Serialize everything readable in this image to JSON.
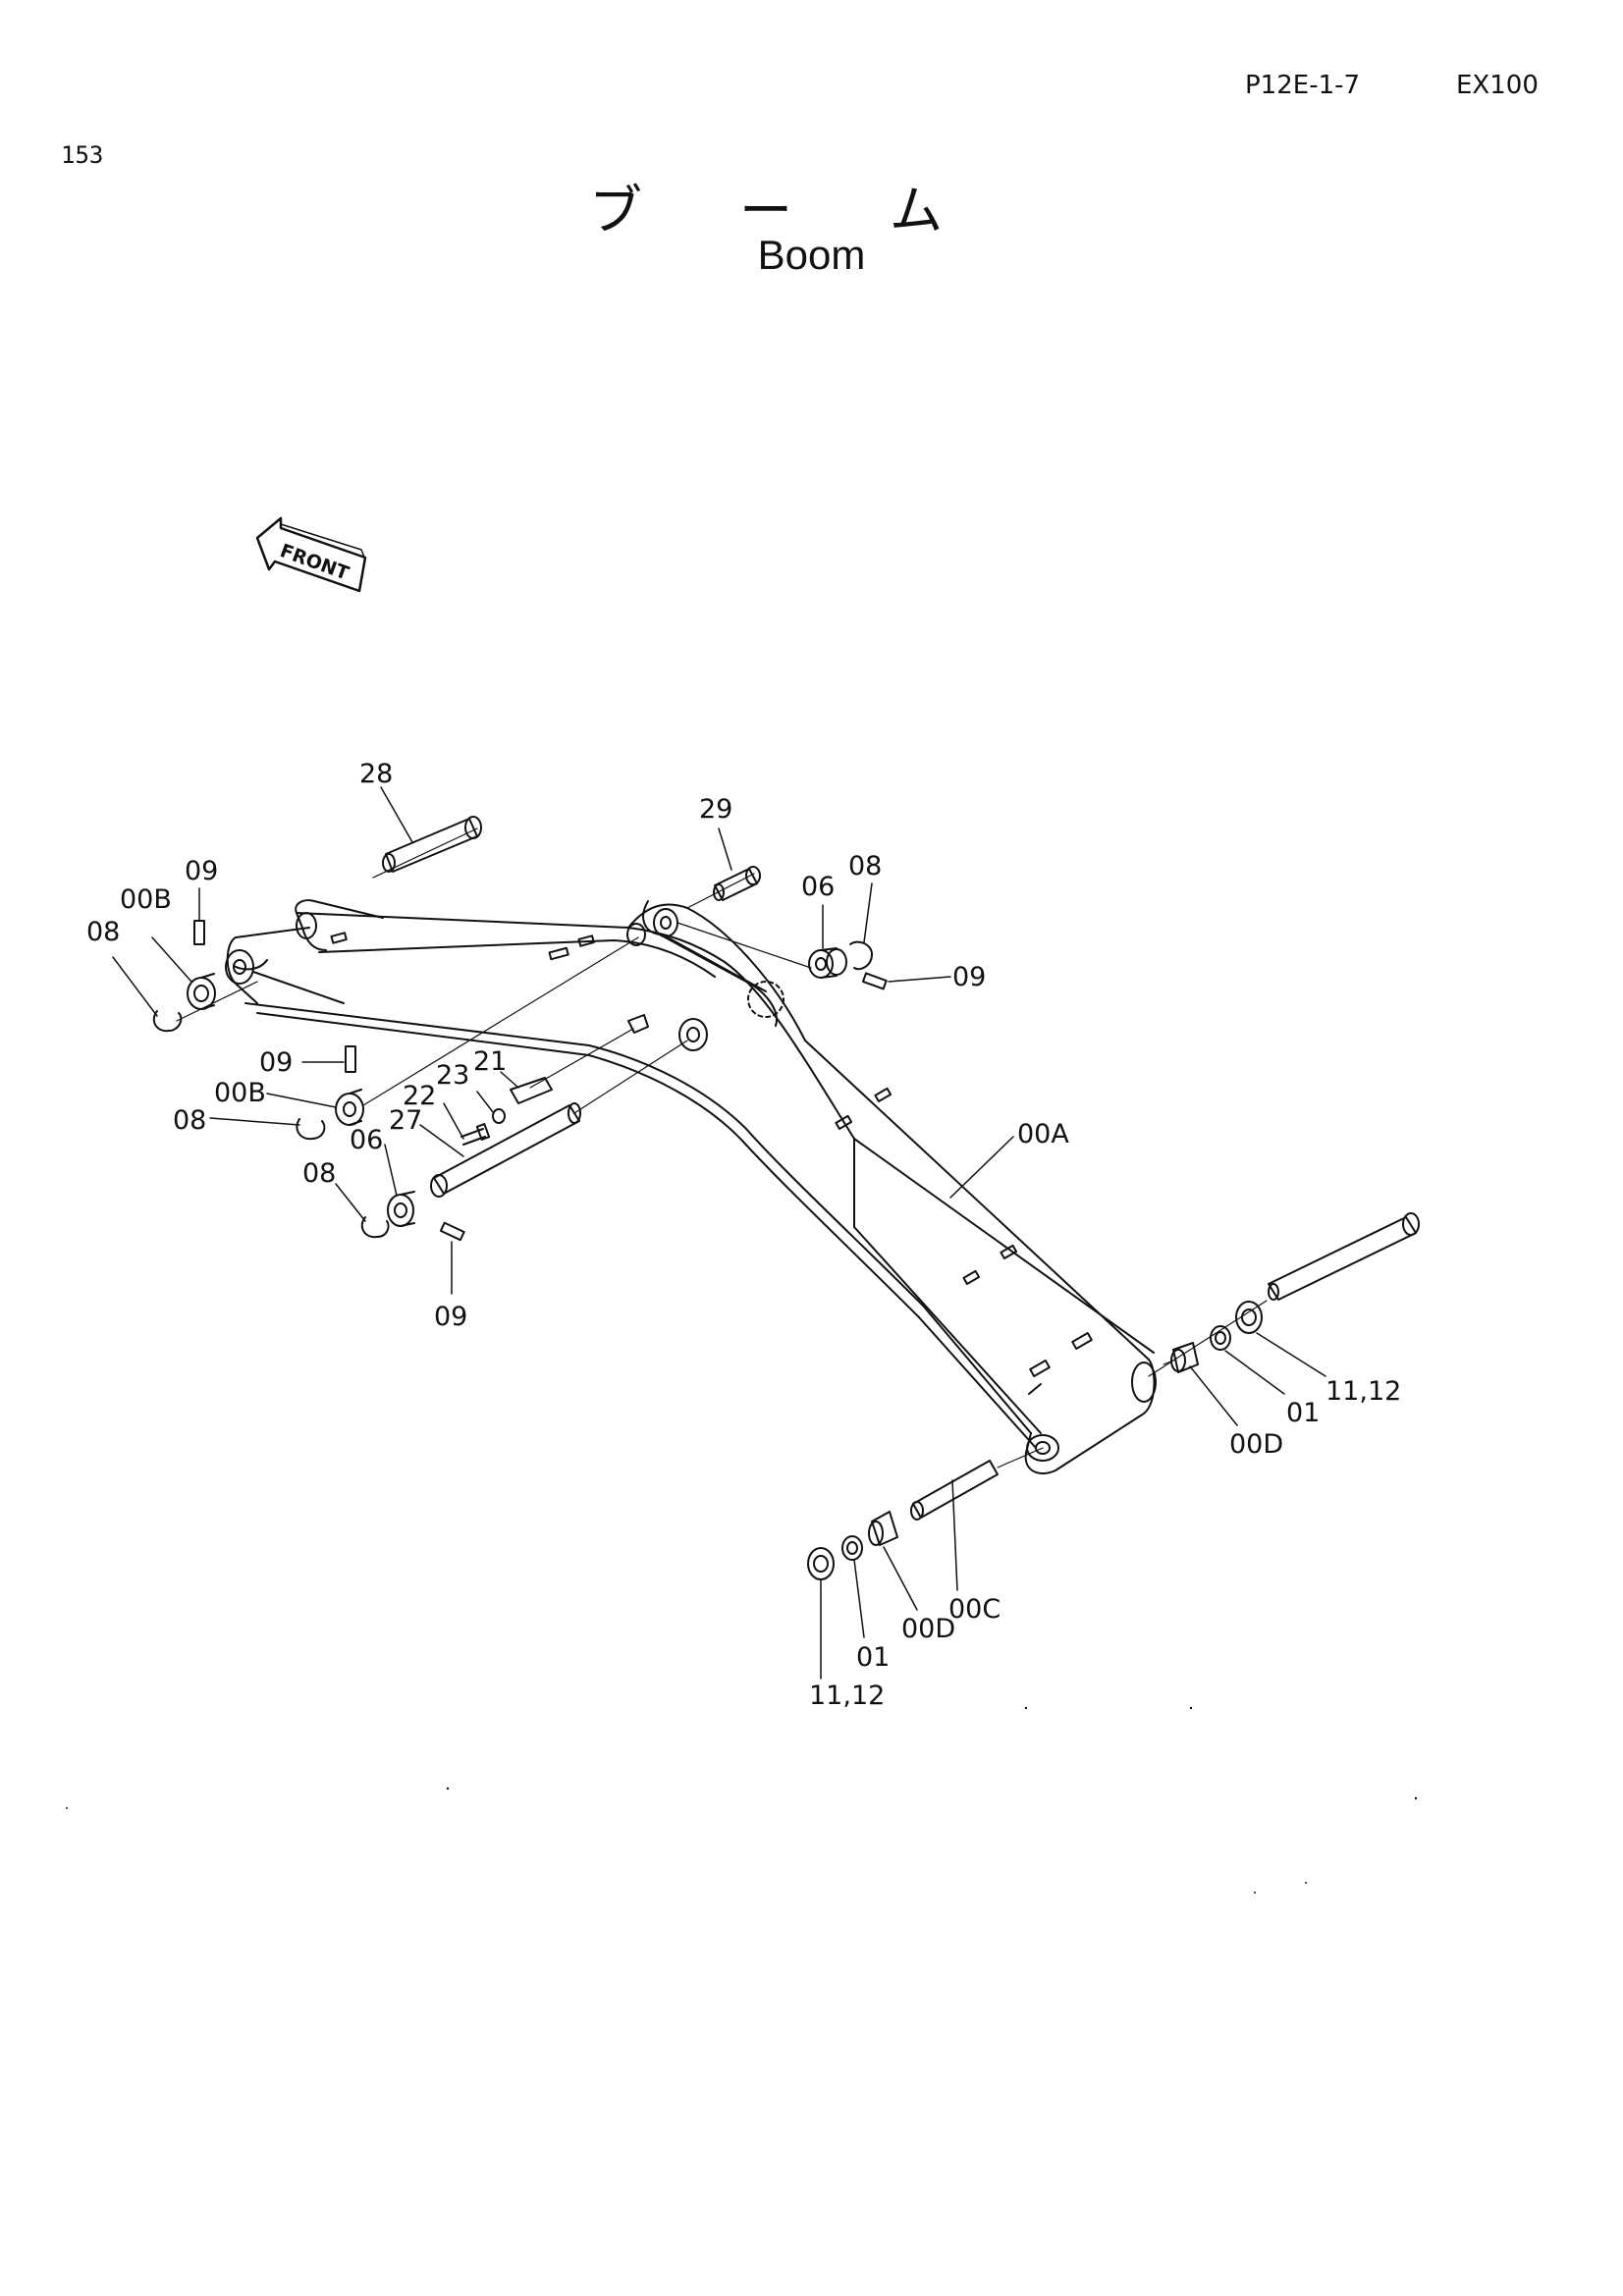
{
  "header": {
    "page_code": "P12E-1-7",
    "model": "EX100",
    "page_number": "153"
  },
  "title": {
    "jp": [
      "ブ",
      "ー",
      "ム"
    ],
    "en": "Boom"
  },
  "orientation": {
    "arrow_text": "FRONT"
  },
  "callouts": {
    "c28": "28",
    "c29": "29",
    "c09_tl": "09",
    "c00b_tl": "00B",
    "c08_tl": "08",
    "c06_tr": "06",
    "c08_tr": "08",
    "c09_tr": "09",
    "c09_ml": "09",
    "c00b_ml": "00B",
    "c08_ml": "08",
    "c23": "23",
    "c21": "21",
    "c22": "22",
    "c27": "27",
    "c06_ml": "06",
    "c08_ll": "08",
    "c09_ll": "09",
    "c00a": "00A",
    "c00d_r": "00D",
    "c01_r": "01",
    "c1112_r": "11,12",
    "c00c": "00C",
    "c00d_b": "00D",
    "c01_b": "01",
    "c1112_b": "11,12"
  },
  "colors": {
    "line": "#111111",
    "paper": "#ffffff"
  }
}
